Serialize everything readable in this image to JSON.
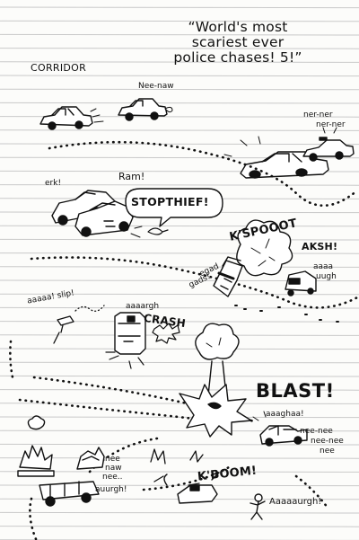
{
  "title_line1": "“World's most",
  "title_line2": "scariest ever",
  "title_line3": "police chases! 5!”",
  "corridor_label": "CORRIDOR",
  "sfx": {
    "nee_naw": "Nee-naw",
    "ner_ner_1": "ner-ner",
    "ner_ner_2": "ner-ner",
    "erk": "erk!",
    "ram": "Ram!",
    "stop_thief": "STOPTHIEF!",
    "kspooot": "K'SPOOOT",
    "aksh": "AKSH!",
    "egad_1": "egad",
    "egad_2": "gads!",
    "aaaa_1": "aaaa",
    "aaaa_2": "uugh",
    "aaaaa_slip": "aaaaa! slip!",
    "aaaargh": "aaaargh",
    "crash": "CRASH",
    "blast": "BLAST!",
    "aaaghaa": "aaaghaa!",
    "nee_nee_1": "nee-nee",
    "nee_nee_2": "nee-nee",
    "nee_nee_3": "nee",
    "nee_naw_1": "nee",
    "nee_naw_2": "naw",
    "nee_naw_3": "nee..",
    "auurgh": "auurgh!",
    "kboom": "K'BOOM!",
    "aaaaaurgh": "Aaaaaurgh!"
  },
  "colors": {
    "ink": "#111111",
    "paper": "#fcfcfa",
    "rule": "#c9c9c9"
  }
}
